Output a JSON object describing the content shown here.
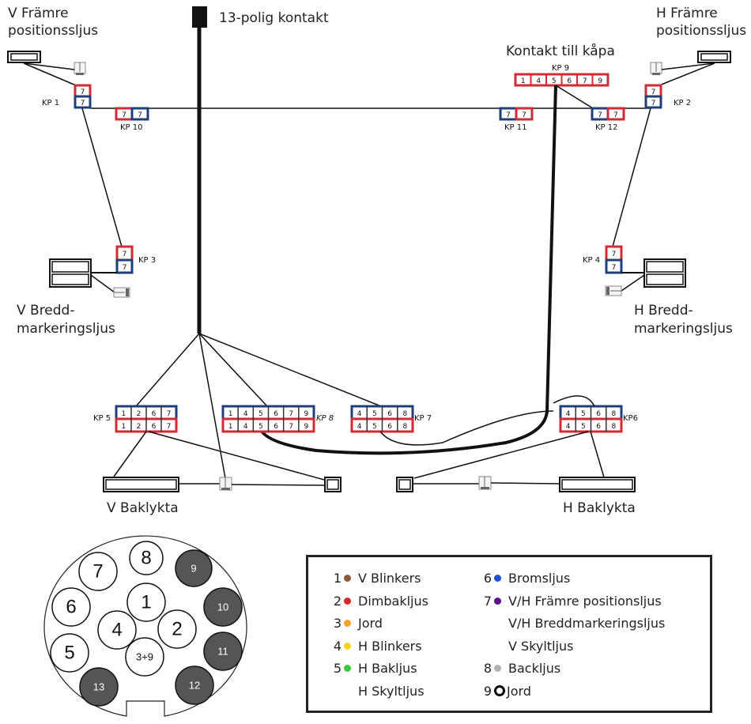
{
  "labels": {
    "connector13": "13-polig kontakt",
    "v_front_pos": [
      "V Främre",
      "positionssljus"
    ],
    "h_front_pos": [
      "H Främre",
      "positionssljus"
    ],
    "kontakt_kapa": "Kontakt till kåpa",
    "v_bredd": [
      "V Bredd-",
      "markeringsljus"
    ],
    "h_bredd": [
      "H Bredd-",
      "markeringsljus"
    ],
    "v_baklykta": "V Baklykta",
    "h_baklykta": "H Baklykta"
  },
  "junctions": {
    "kp1": {
      "name": "KP 1",
      "top": [
        "7"
      ],
      "bottom": [
        "7"
      ]
    },
    "kp2": {
      "name": "KP 2",
      "top": [
        "7"
      ],
      "bottom": [
        "7"
      ]
    },
    "kp3": {
      "name": "KP 3",
      "top": [
        "7"
      ],
      "bottom": [
        "7"
      ]
    },
    "kp4": {
      "name": "KP 4",
      "top": [
        "7"
      ],
      "bottom": [
        "7"
      ]
    },
    "kp5": {
      "name": "KP 5",
      "top": [
        "1",
        "2",
        "6",
        "7"
      ],
      "bottom": [
        "1",
        "2",
        "6",
        "7"
      ]
    },
    "kp6": {
      "name": "KP6",
      "top": [
        "4",
        "5",
        "6",
        "8"
      ],
      "bottom": [
        "4",
        "5",
        "6",
        "8"
      ]
    },
    "kp7": {
      "name": "KP 7",
      "top": [
        "4",
        "5",
        "6",
        "8"
      ],
      "bottom": [
        "4",
        "5",
        "6",
        "8"
      ]
    },
    "kp8": {
      "name": "KP 8",
      "top": [
        "1",
        "4",
        "5",
        "6",
        "7",
        "9"
      ],
      "bottom": [
        "1",
        "4",
        "5",
        "6",
        "7",
        "9"
      ]
    },
    "kp9": {
      "name": "KP 9",
      "cells": [
        "1",
        "4",
        "5",
        "6",
        "7",
        "9"
      ]
    },
    "kp10": {
      "name": "KP 10",
      "cells": [
        "7",
        "7"
      ]
    },
    "kp11": {
      "name": "KP 11",
      "cells": [
        "7",
        "7"
      ]
    },
    "kp12": {
      "name": "KP 12",
      "cells": [
        "7",
        "7"
      ]
    }
  },
  "pinout": {
    "pins": [
      {
        "label": "8",
        "type": "used"
      },
      {
        "label": "7",
        "type": "used"
      },
      {
        "label": "9",
        "type": "unused"
      },
      {
        "label": "6",
        "type": "used"
      },
      {
        "label": "1",
        "type": "used"
      },
      {
        "label": "10",
        "type": "unused"
      },
      {
        "label": "4",
        "type": "used"
      },
      {
        "label": "2",
        "type": "used"
      },
      {
        "label": "5",
        "type": "used"
      },
      {
        "label": "3+9",
        "type": "used"
      },
      {
        "label": "11",
        "type": "unused"
      },
      {
        "label": "13",
        "type": "unused"
      },
      {
        "label": "12",
        "type": "unused"
      }
    ]
  },
  "legend": {
    "left": [
      {
        "num": "1",
        "color": "#8B5A3C",
        "text": "V Blinkers"
      },
      {
        "num": "2",
        "color": "#D42A2A",
        "text": "Dimbakljus"
      },
      {
        "num": "3",
        "color": "#F4A52A",
        "text": "Jord"
      },
      {
        "num": "4",
        "color": "#F7D51E",
        "text": "H Blinkers"
      },
      {
        "num": "5",
        "color": "#3DC73D",
        "text": "H Bakljus"
      },
      {
        "num": "",
        "color": "",
        "text": "H Skyltljus"
      }
    ],
    "right": [
      {
        "num": "6",
        "color": "#1E4FD8",
        "text": "Bromsljus"
      },
      {
        "num": "7",
        "color": "#5A0F8A",
        "text": "V/H Främre positionsljus"
      },
      {
        "num": "",
        "color": "",
        "text": "V/H Breddmarkeringsljus"
      },
      {
        "num": "",
        "color": "",
        "text": "V Skyltljus"
      },
      {
        "num": "8",
        "color": "#B0B0B5",
        "text": "Backljus"
      },
      {
        "num": "9",
        "color": "ring",
        "text": "Jord"
      }
    ]
  },
  "colors": {
    "red": "#D42A35",
    "blue": "#1F3F7A",
    "unused_pin": "#555555"
  }
}
